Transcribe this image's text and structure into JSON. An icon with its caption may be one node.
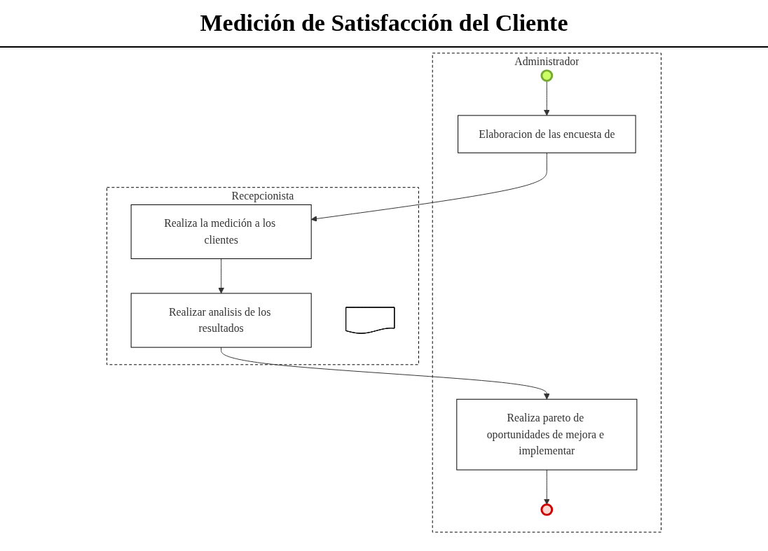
{
  "diagram": {
    "title": "Medición de Satisfacción del Cliente",
    "nodes": [
      {
        "text": [
          "Administrador"
        ]
      },
      {
        "text": [],
        "shape": "circle",
        "in": 0
      },
      {
        "text": [
          "Elaboracion de las encuesta de"
        ],
        "in": 0
      },
      {
        "text": [
          "Realiza pareto de oportunidades de mejora e implementar"
        ],
        "in": 0
      },
      {
        "text": [],
        "shape": "circle",
        "in": 0
      },
      {
        "text": [
          "Recepcionista"
        ]
      },
      {
        "text": [
          "Realiza la medición a los clientes"
        ],
        "in": 5
      },
      {
        "text": [
          "Realizar analisis de los resultados"
        ],
        "in": 5
      },
      {
        "text": [],
        "shape": "document",
        "in": 5
      }
    ],
    "edges": [
      {
        "from": 1,
        "to": 2,
        "arrow": "to"
      },
      {
        "from": 2,
        "to": 6,
        "arrow": "to"
      },
      {
        "from": 6,
        "to": 7,
        "arrow": "to"
      },
      {
        "from": 7,
        "to": 3,
        "arrow": "to"
      },
      {
        "from": 3,
        "to": 4,
        "arrow": "to"
      }
    ]
  }
}
